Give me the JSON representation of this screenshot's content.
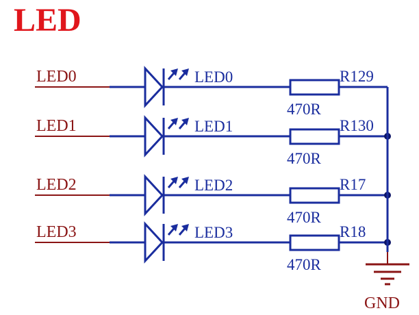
{
  "title": "LED",
  "colors": {
    "title": "#e0161c",
    "netLabel": "#8a1414",
    "wire": "#1a2d9e",
    "component": "#1a2d9e",
    "text": "#1a2d9e",
    "ground": "#8a1414",
    "junction": "#0c1466"
  },
  "channels": [
    {
      "net_in": "LED0",
      "led_label": "LED0",
      "resistor": "R129",
      "value": "470R"
    },
    {
      "net_in": "LED1",
      "led_label": "LED1",
      "resistor": "R130",
      "value": "470R"
    },
    {
      "net_in": "LED2",
      "led_label": "LED2",
      "resistor": "R17",
      "value": "470R"
    },
    {
      "net_in": "LED3",
      "led_label": "LED3",
      "resistor": "R18",
      "value": "470R"
    }
  ],
  "ground": {
    "label": "GND"
  }
}
